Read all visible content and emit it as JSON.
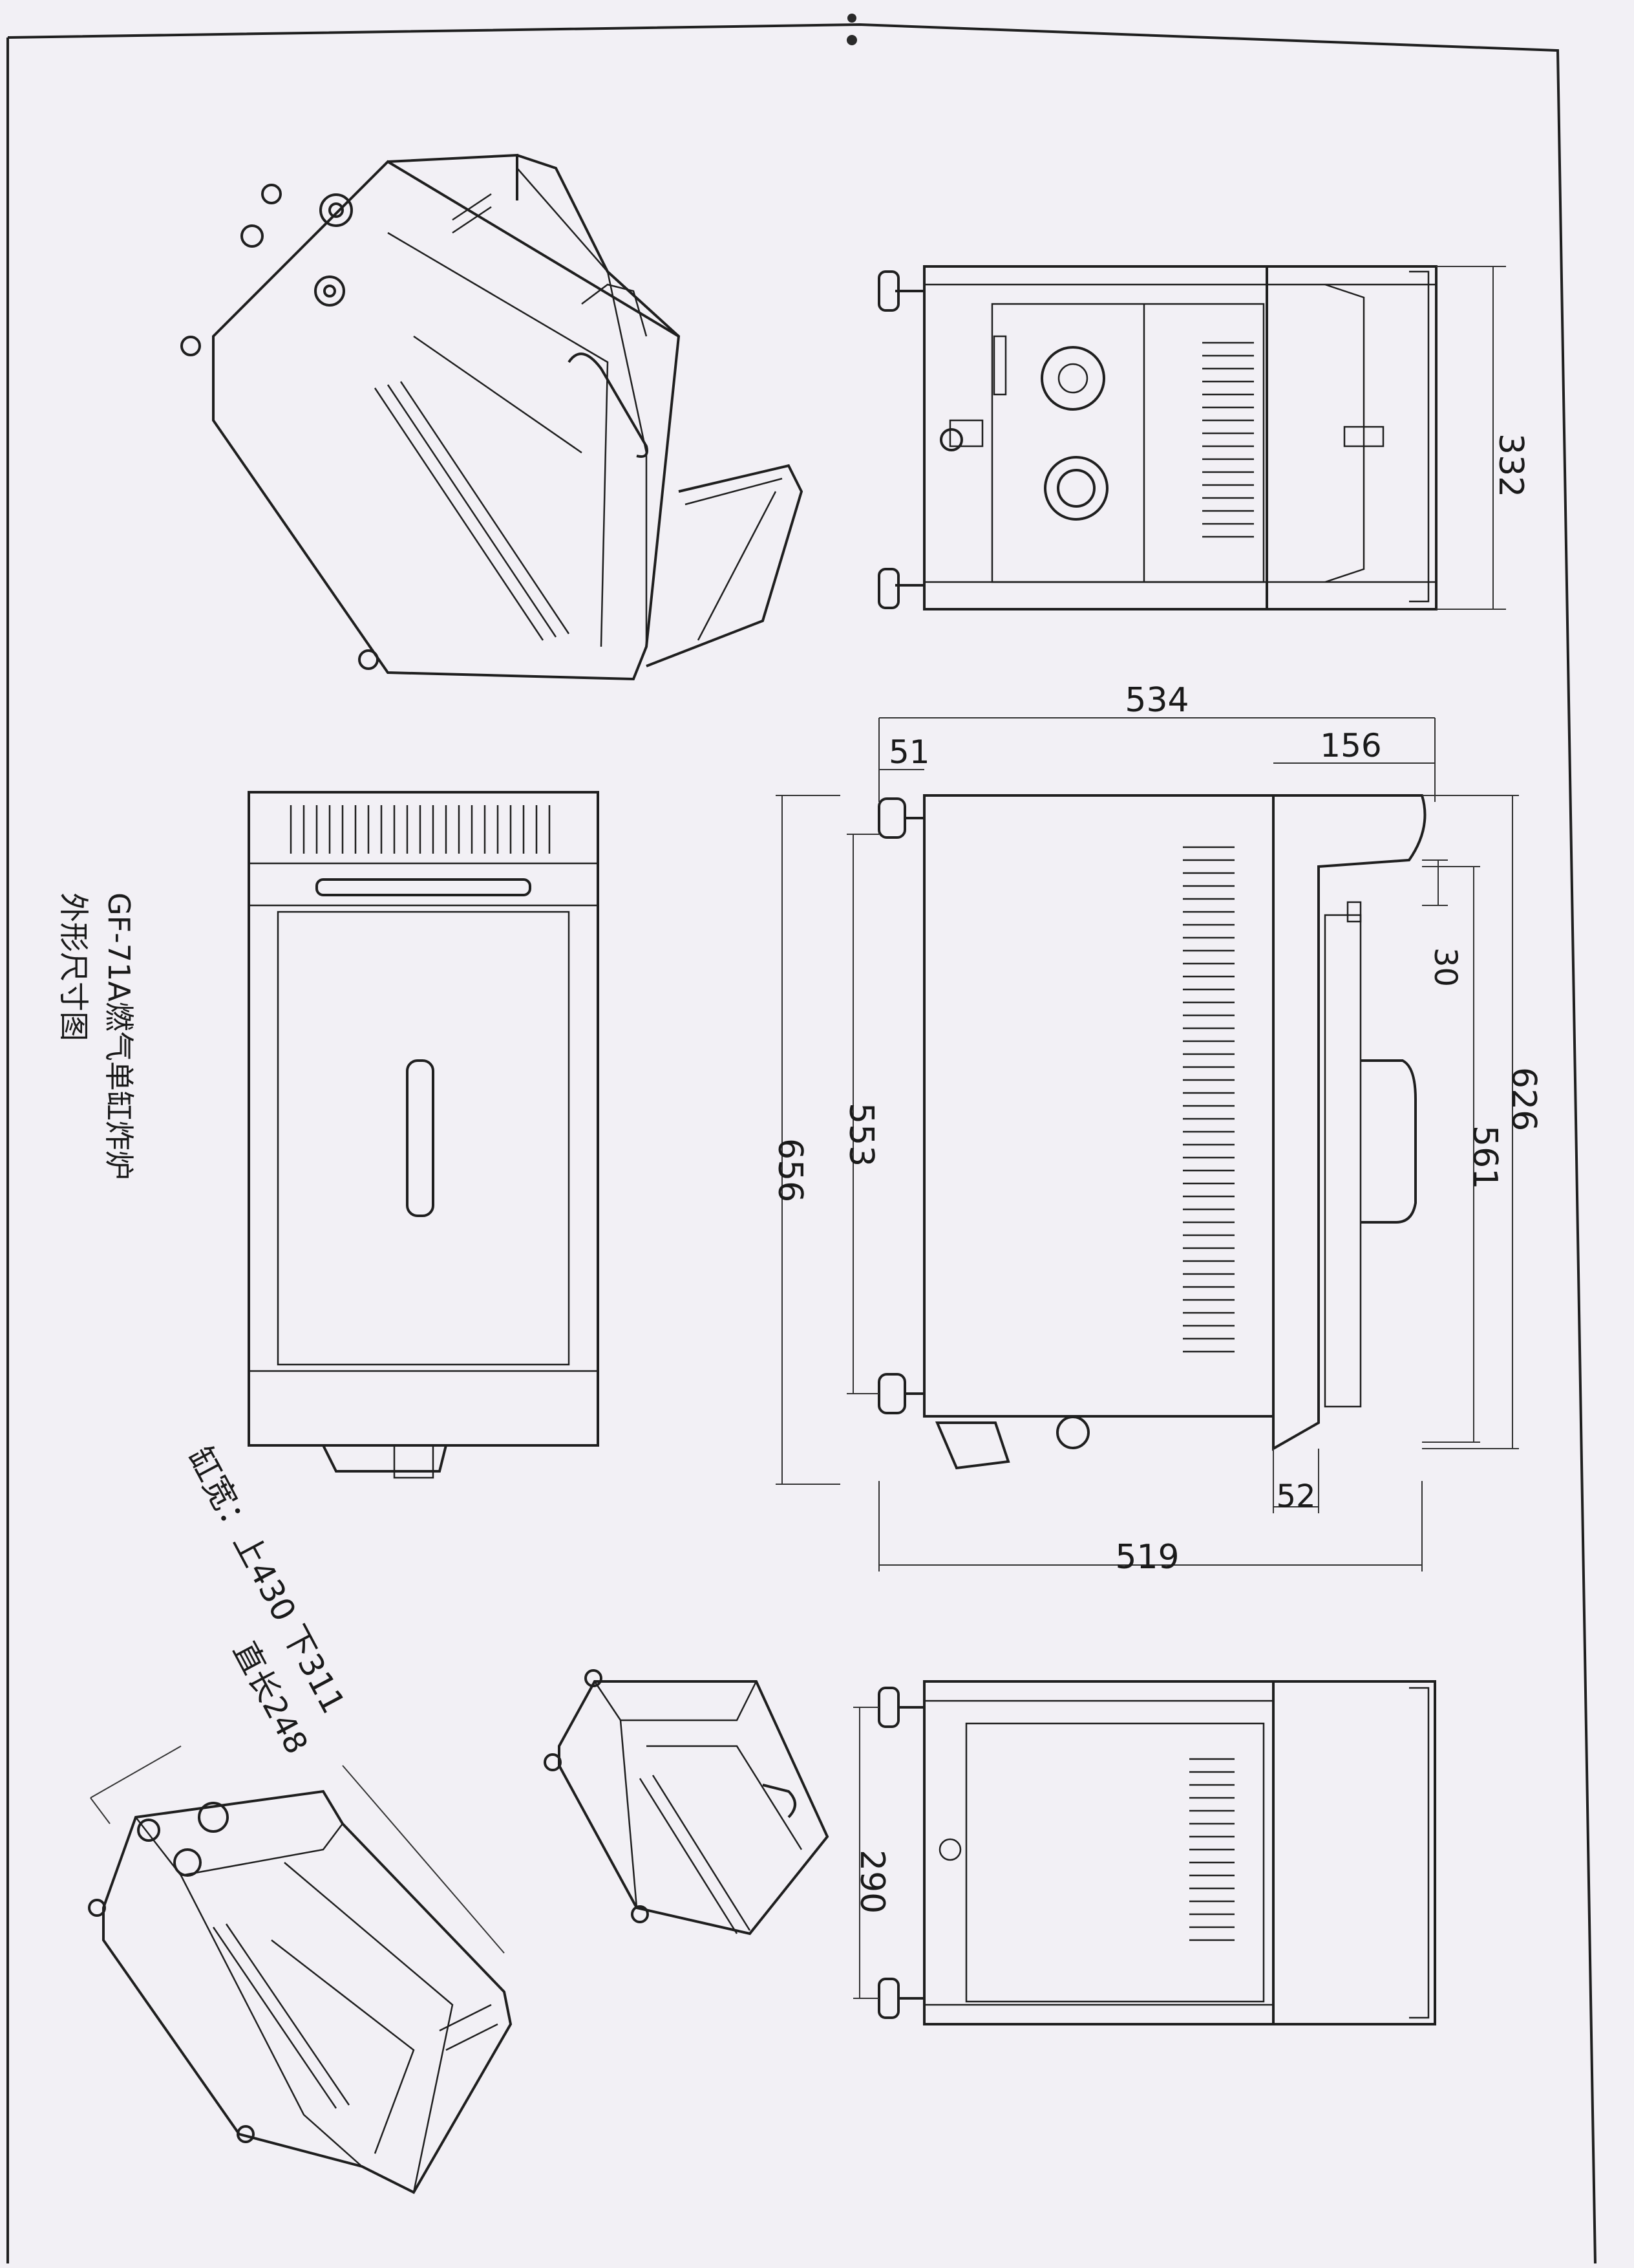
{
  "title": {
    "line1": "GF-71A燃气单缸炸炉",
    "line2": "外形尺寸图"
  },
  "notes": {
    "tank_width": "缸宽：上430 下311",
    "tank_depth": "直长248"
  },
  "dimensions": {
    "side_height": "332",
    "overall_width": "534",
    "left_offset": "51",
    "right_offset": "156",
    "overall_height": "656",
    "body_height": "553",
    "top_gap": "30",
    "right_height": "626",
    "right_inner_height": "561",
    "bottom_offset": "52",
    "bottom_width": "519",
    "rear_height": "290"
  },
  "colors": {
    "paper": "#f2f0f5",
    "ink": "#1f1f1f"
  }
}
